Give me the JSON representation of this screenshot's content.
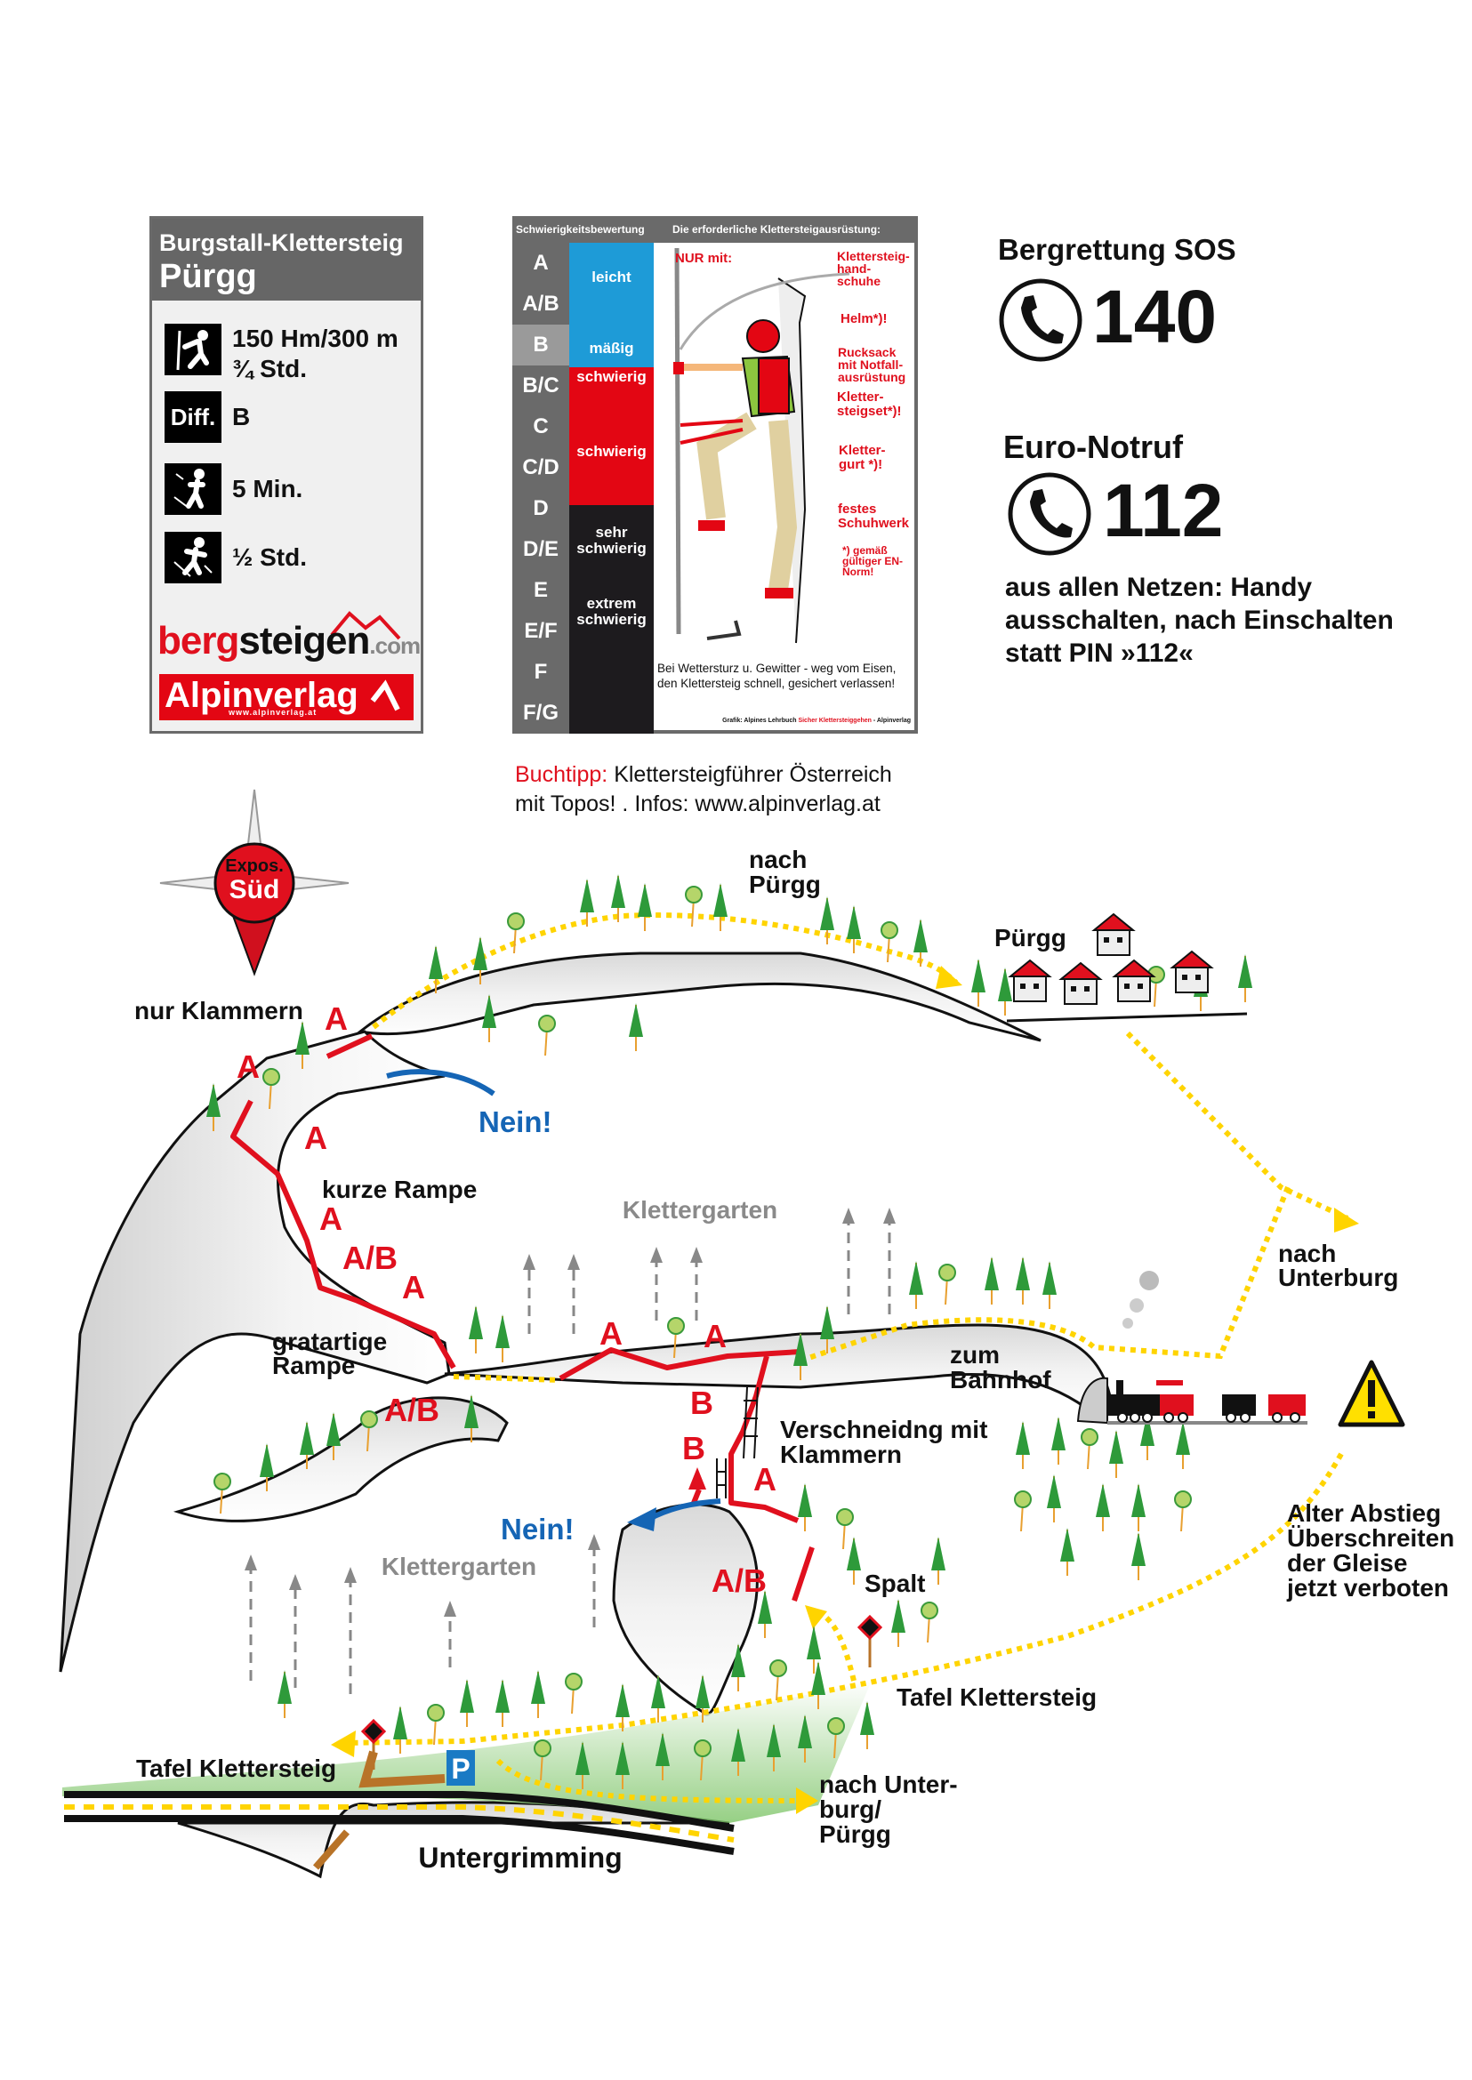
{
  "info_panel": {
    "title": "Burgstall-Klettersteig",
    "place": "Pürgg",
    "stats": [
      {
        "icon": "climber-icon",
        "lines": [
          "150 Hm/300 m",
          "¾ Std."
        ]
      },
      {
        "icon": "difficulty-badge",
        "badge": "Diff.",
        "lines": [
          "B"
        ]
      },
      {
        "icon": "ascent-hiker-icon",
        "lines": [
          "5 Min."
        ]
      },
      {
        "icon": "descent-hiker-icon",
        "lines": [
          "½ Std."
        ]
      }
    ],
    "logo_bergsteigen": {
      "part1": "berg",
      "part2": "steigen",
      "part3": ".com"
    },
    "logo_alpinverlag": {
      "name": "Alpinverlag",
      "url": "www.alpinverlag.at"
    }
  },
  "difficulty_panel": {
    "header_left": "Schwierigkeitsbewertung",
    "header_right": "Die erforderliche Klettersteigausrüstung:",
    "grades": [
      "A",
      "A/B",
      "B",
      "B/C",
      "C",
      "C/D",
      "D",
      "D/E",
      "E",
      "E/F",
      "F",
      "F/G"
    ],
    "highlighted_grade": "B",
    "bands": [
      {
        "label": "leicht",
        "color": "#1e9bd7"
      },
      {
        "label": "mäßig",
        "color": "#1e9bd7"
      },
      {
        "label": "schwierig",
        "color": "#e30613"
      },
      {
        "label": "schwierig",
        "color": "#e30613"
      },
      {
        "label": "sehr schwierig",
        "color": "#1d1b1e"
      },
      {
        "label": "extrem schwierig",
        "color": "#1d1b1e"
      }
    ],
    "only_with": "NUR mit:",
    "equipment": [
      "Klettersteig-hand-schuhe",
      "Helm*)!",
      "Rucksack mit Notfall-ausrüstung",
      "Kletter-steigset*)!",
      "Kletter-gurt *)!",
      "festes Schuhwerk"
    ],
    "footnote": "*) gemäß gültiger EN-Norm!",
    "warning": "Bei Wettersturz u. Gewitter - weg vom Eisen, den Klettersteig schnell, gesichert verlassen!",
    "credit_prefix": "Grafik: Alpines Lehrbuch ",
    "credit_title": "Sicher Klettersteiggehen",
    "credit_suffix": " - Alpinverlag"
  },
  "emergency": {
    "mountain_rescue_label": "Bergrettung SOS",
    "mountain_rescue_number": "140",
    "euro_label": "Euro-Notruf",
    "euro_number": "112",
    "note_lines": [
      "aus allen Netzen: Handy",
      "ausschalten, nach Einschalten",
      "statt PIN »112«"
    ]
  },
  "book_tip": {
    "label": "Buchtipp:",
    "text1": " Klettersteigführer Österreich",
    "text2": "mit Topos! . Infos: www.alpinverlag.at"
  },
  "map": {
    "compass": {
      "line1": "Expos.",
      "line2": "Süd"
    },
    "labels": {
      "nach_puergg_1": "nach",
      "nach_puergg_2": "Pürgg",
      "puergg": "Pürgg",
      "nur_klammern": "nur Klammern",
      "nein_top": "Nein!",
      "kurze_rampe": "kurze Rampe",
      "klettergarten_top": "Klettergarten",
      "gratartige_1": "gratartige",
      "gratartige_2": "Rampe",
      "nach_unterburg_1": "nach",
      "nach_unterburg_2": "Unterburg",
      "zum_bahnhof_1": "zum",
      "zum_bahnhof_2": "Bahnhof",
      "verschneidung_1": "Verschneidng mit",
      "verschneidung_2": "Klammern",
      "nein_bottom": "Nein!",
      "klettergarten_bottom": "Klettergarten",
      "alter_abstieg": [
        "Alter Abstieg",
        "Überschreiten",
        "der Gleise",
        "jetzt verboten"
      ],
      "spalt": "Spalt",
      "tafel_right": "Tafel Klettersteig",
      "tafel_left": "Tafel Klettersteig",
      "parking": "P",
      "nach_unterburg_puergg": [
        "nach Unter-",
        "burg/",
        "Pürgg"
      ],
      "untergrimming": "Untergrimming"
    },
    "grade_marks": [
      "A",
      "A",
      "A",
      "A",
      "A/B",
      "A",
      "A",
      "A",
      "B",
      "B",
      "A",
      "A/B",
      "A/B"
    ],
    "colors": {
      "route": "#e0101e",
      "path": "#ffd400",
      "forbidden": "#1565b5",
      "warning": "#ffe000"
    }
  }
}
